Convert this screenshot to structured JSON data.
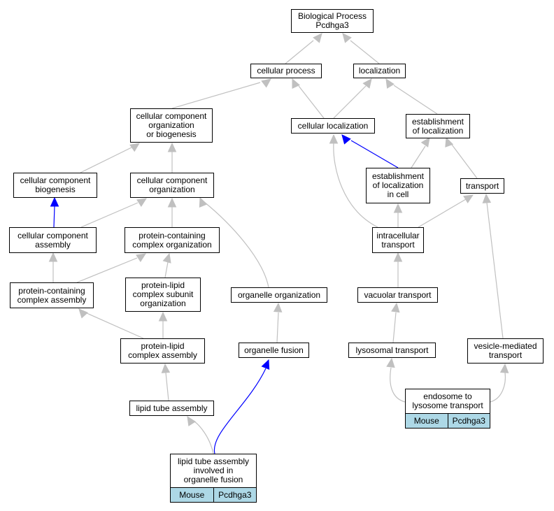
{
  "nodes": {
    "bp": [
      "Biological Process",
      "Pcdhga3"
    ],
    "cellular_process": [
      "cellular process"
    ],
    "localization": [
      "localization"
    ],
    "ccob": [
      "cellular component",
      "organization",
      "or biogenesis"
    ],
    "cellular_localization": [
      "cellular localization"
    ],
    "establishment_of_localization": [
      "establishment",
      "of localization"
    ],
    "cc_biogenesis": [
      "cellular component",
      "biogenesis"
    ],
    "cc_organization": [
      "cellular component",
      "organization"
    ],
    "est_loc_in_cell": [
      "establishment",
      "of localization",
      "in cell"
    ],
    "transport": [
      "transport"
    ],
    "cc_assembly": [
      "cellular component",
      "assembly"
    ],
    "pc_complex_org": [
      "protein-containing",
      "complex organization"
    ],
    "intracellular_transport": [
      "intracellular",
      "transport"
    ],
    "pc_complex_assembly": [
      "protein-containing",
      "complex assembly"
    ],
    "pl_subunit_org": [
      "protein-lipid",
      "complex subunit",
      "organization"
    ],
    "organelle_organization": [
      "organelle organization"
    ],
    "vacuolar_transport": [
      "vacuolar transport"
    ],
    "pl_complex_assembly": [
      "protein-lipid",
      "complex assembly"
    ],
    "organelle_fusion": [
      "organelle fusion"
    ],
    "lysosomal_transport": [
      "lysosomal transport"
    ],
    "vesicle_mediated": [
      "vesicle-mediated",
      "transport"
    ],
    "lipid_tube_assembly": [
      "lipid tube assembly"
    ],
    "endosome_to_lysosome": [
      "endosome to",
      "lysosome transport"
    ],
    "ltb_fusion": [
      "lipid tube assembly",
      "involved in",
      "organelle fusion"
    ]
  },
  "annotations": {
    "endosome_to_lysosome": {
      "species": "Mouse",
      "gene": "Pcdhga3"
    },
    "ltb_fusion": {
      "species": "Mouse",
      "gene": "Pcdhga3"
    }
  },
  "colors": {
    "edge": "#c0c0c0",
    "highlight_edge": "#0000ff",
    "annotation_fill": "#add8e6",
    "node_border": "#000000"
  }
}
